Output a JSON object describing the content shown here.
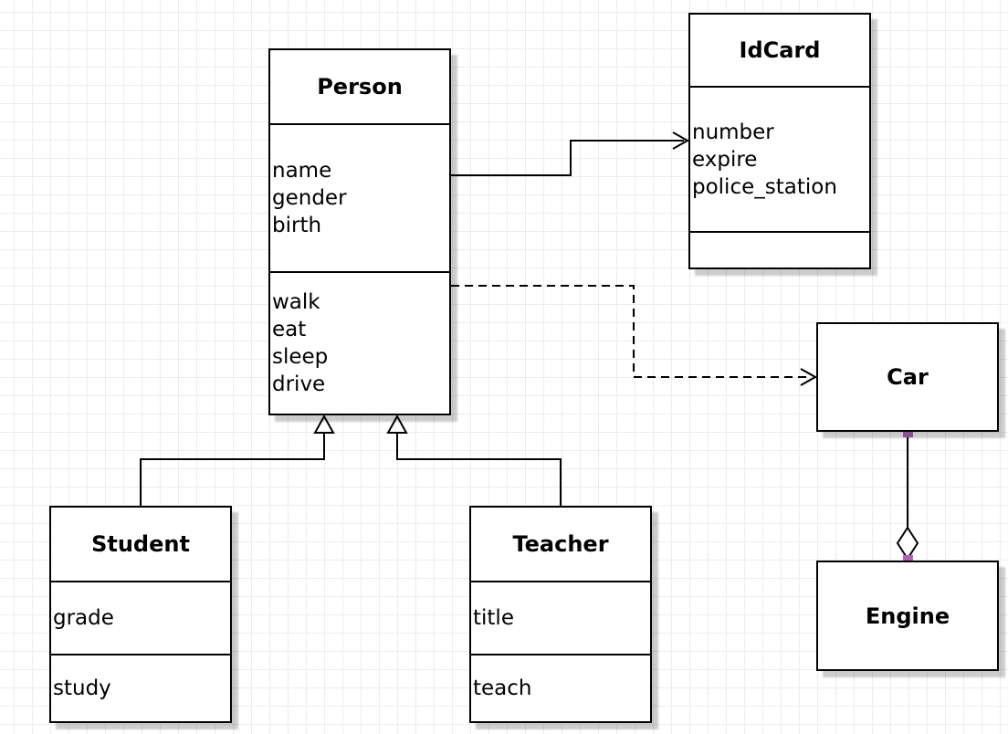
{
  "diagram": {
    "classes": {
      "person": {
        "title": "Person",
        "attributes": [
          "name",
          "gender",
          "birth"
        ],
        "methods": [
          "walk",
          "eat",
          "sleep",
          "drive"
        ]
      },
      "idcard": {
        "title": "IdCard",
        "attributes": [
          "number",
          "expire",
          "police_station"
        ],
        "methods": []
      },
      "car": {
        "title": "Car",
        "attributes": [],
        "methods": []
      },
      "engine": {
        "title": "Engine",
        "attributes": [],
        "methods": []
      },
      "student": {
        "title": "Student",
        "attributes": [
          "grade"
        ],
        "methods": [
          "study"
        ]
      },
      "teacher": {
        "title": "Teacher",
        "attributes": [
          "title"
        ],
        "methods": [
          "teach"
        ]
      }
    },
    "relations": [
      {
        "from": "Person",
        "to": "IdCard",
        "type": "association",
        "line_style": "solid",
        "arrowhead": "open"
      },
      {
        "from": "Person",
        "to": "Car",
        "type": "dependency",
        "line_style": "dashed",
        "arrowhead": "open"
      },
      {
        "from": "Student",
        "to": "Person",
        "type": "generalization",
        "line_style": "solid",
        "arrowhead": "hollow-triangle"
      },
      {
        "from": "Teacher",
        "to": "Person",
        "type": "generalization",
        "line_style": "solid",
        "arrowhead": "hollow-triangle"
      },
      {
        "from": "Car",
        "to": "Engine",
        "type": "aggregation",
        "line_style": "solid",
        "arrowhead": "hollow-diamond",
        "selected": true
      }
    ],
    "colors": {
      "stroke": "#000000",
      "endpoint_handle": "#af63b6",
      "shadow": "#c8c8c8",
      "grid": "#ececef",
      "background": "#ffffff"
    }
  }
}
